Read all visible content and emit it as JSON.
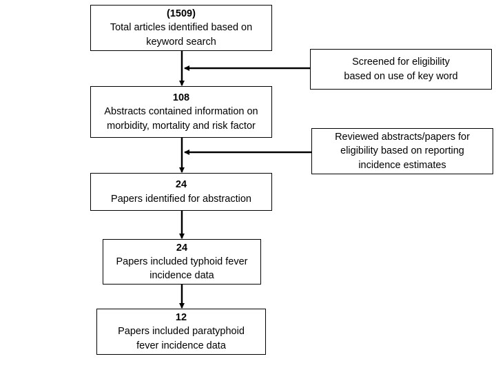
{
  "boxes": {
    "identified": {
      "count": "(1509)",
      "lines": [
        "Total articles identified based on",
        "keyword search"
      ]
    },
    "abstracts": {
      "count": "108",
      "lines": [
        "Abstracts contained information on",
        "morbidity, mortality and risk factor"
      ]
    },
    "abstraction": {
      "count": "24",
      "lines": [
        "Papers identified for abstraction"
      ]
    },
    "typhoid": {
      "count": "24",
      "lines": [
        "Papers included typhoid fever",
        "incidence data"
      ]
    },
    "paratyphoid": {
      "count": "12",
      "lines": [
        "Papers included paratyphoid",
        "fever incidence data"
      ]
    }
  },
  "side_boxes": {
    "screen_keyword": {
      "lines": [
        "Screened for eligibility",
        "based on use of key word"
      ]
    },
    "screen_incidence": {
      "lines": [
        "Reviewed abstracts/papers for",
        "eligibility based on reporting",
        "incidence estimates"
      ]
    }
  },
  "colors": {
    "stroke": "#000000",
    "background": "#ffffff"
  }
}
